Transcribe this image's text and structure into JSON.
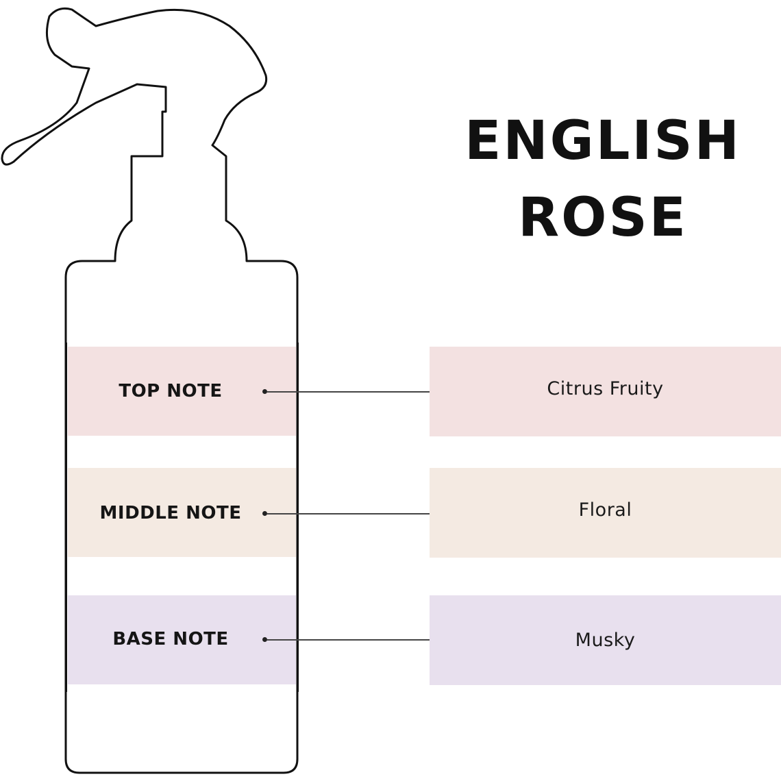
{
  "title": {
    "line1": "ENGLISH",
    "line2": "ROSE"
  },
  "notes": [
    {
      "label": "TOP NOTE",
      "description": "Citrus Fruity",
      "color": "#f3e1e1"
    },
    {
      "label": "MIDDLE NOTE",
      "description": "Floral",
      "color": "#f4eae2"
    },
    {
      "label": "BASE NOTE",
      "description": "Musky",
      "color": "#e8e0ee"
    }
  ],
  "colors": {
    "outline": "#111111",
    "text": "#111111"
  },
  "icons": {
    "bottle": "spray-bottle-icon"
  }
}
